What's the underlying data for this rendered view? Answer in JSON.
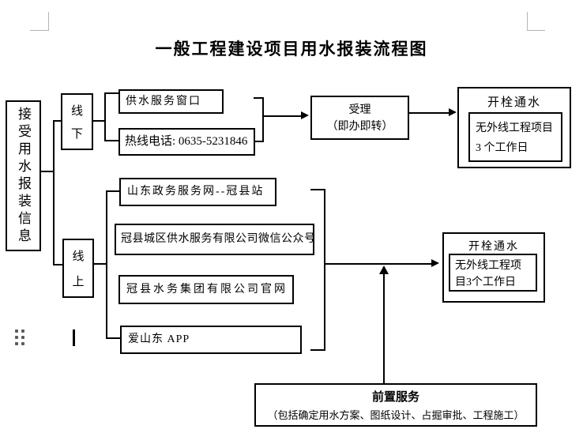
{
  "title": "一般工程建设项目用水报装流程图",
  "receive_label": "接受用水报装信息",
  "mode_labels": {
    "offline": [
      "线",
      "下"
    ],
    "online": [
      "线",
      "上"
    ]
  },
  "offline_channels": [
    "供水服务窗口",
    "热线电话: 0635-5231846"
  ],
  "online_channels": [
    "山东政务服务网--冠县站",
    "冠县城区供水服务有限公司微信公众号",
    "冠县水务集团有限公司官网",
    "爱山东 APP"
  ],
  "accept": {
    "line1": "受理",
    "line2": "（即办即转）"
  },
  "valve_top": {
    "title": "开栓通水",
    "note_line1": "无外线工程项目",
    "note_line2": "3 个工作日"
  },
  "valve_bottom": {
    "title": "开栓通水",
    "note_line1": "无外线工程项",
    "note_line2": "目3个工作日"
  },
  "pre_service": {
    "title": "前置服务",
    "subtitle": "（包括确定用水方案、图纸设计、占掘审批、工程施工）"
  },
  "colors": {
    "line": "#000000",
    "cropmark": "#b5b5b5",
    "handle_dot": "#5c5c5c"
  }
}
